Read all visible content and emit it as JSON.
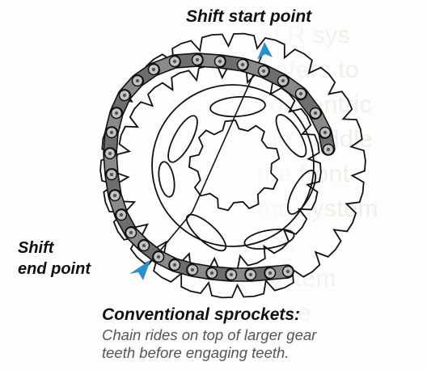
{
  "labels": {
    "shift_start": "Shift start point",
    "shift_end_line1": "Shift",
    "shift_end_line2": "end point"
  },
  "caption": {
    "title": "Conventional sprockets:",
    "line1": "Chain rides on top of larger gear",
    "line2": "teeth before engaging teeth."
  },
  "colors": {
    "arrow": "#2a8fd0",
    "chain_link": "#7a7a7a",
    "chain_roller": "#b9b9b9",
    "outline": "#111111"
  }
}
